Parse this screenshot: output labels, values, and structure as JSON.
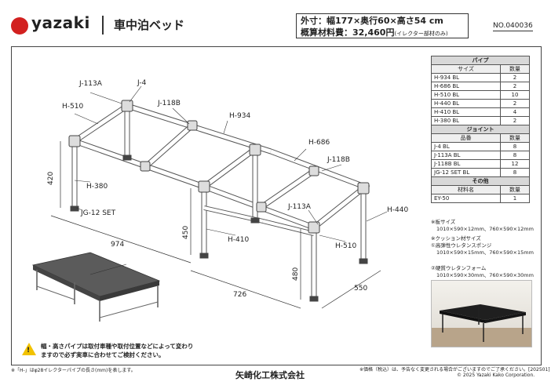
{
  "header": {
    "brand": "yazaki",
    "title": "車中泊ベッド",
    "dimensions": "外寸：幅177×奥行60×高さ54 cm",
    "cost_label": "概算材料費：32,460円",
    "cost_note": "(イレクター部材のみ)",
    "doc_no": "NO.040036"
  },
  "drawing": {
    "labels": {
      "j113a_top": "J-113A",
      "j4": "J-4",
      "h510_top": "H-510",
      "j118b_top": "J-118B",
      "h934": "H-934",
      "h686": "H-686",
      "j118b_mid": "J-118B",
      "h380": "H-380",
      "jg12": "JG-12 SET",
      "j113a_mid": "J-113A",
      "h440": "H-440",
      "h410": "H-410",
      "h510_bot": "H-510"
    },
    "dims": {
      "d420": "420",
      "d974": "974",
      "d450": "450",
      "d480": "480",
      "d726": "726",
      "d550": "550"
    }
  },
  "parts_table": {
    "pipe_section": "パイプ",
    "pipe_header": {
      "name": "サイズ",
      "qty": "数量"
    },
    "pipes": [
      {
        "name": "H-934 BL",
        "qty": "2"
      },
      {
        "name": "H-686 BL",
        "qty": "2"
      },
      {
        "name": "H-510 BL",
        "qty": "10"
      },
      {
        "name": "H-440 BL",
        "qty": "2"
      },
      {
        "name": "H-410 BL",
        "qty": "4"
      },
      {
        "name": "H-380 BL",
        "qty": "2"
      }
    ],
    "joint_section": "ジョイント",
    "joint_header": {
      "name": "品番",
      "qty": "数量"
    },
    "joints": [
      {
        "name": "J-4 BL",
        "qty": "8"
      },
      {
        "name": "J-113A BL",
        "qty": "8"
      },
      {
        "name": "J-118B BL",
        "qty": "12"
      },
      {
        "name": "JG-12 SET BL",
        "qty": "8"
      }
    ],
    "other_section": "その他",
    "other_header": {
      "name": "材料名",
      "qty": "数量"
    },
    "others": [
      {
        "name": "EY-50",
        "qty": "1"
      }
    ]
  },
  "notes": {
    "board_title": "※板サイズ",
    "board_sizes": "1010×590×12mm、760×590×12mm",
    "cushion_title": "※クッション材サイズ",
    "cushion1_title": "①高弾性ウレタンスポンジ",
    "cushion1_sizes": "1010×590×15mm、760×590×15mm",
    "cushion2_title": "②硬質ウレタンフォーム",
    "cushion2_sizes": "1010×590×30mm、760×590×30mm"
  },
  "warning": {
    "line1": "幅・高さパイプは取付車種や取付位置などによって変わり",
    "line2": "ますので必ず実車に合わせてご検討ください。"
  },
  "footer": {
    "pipe_note": "※「H-」はφ28イレクターパイプの長さ(mm)を表します。",
    "company": "矢崎化工株式会社",
    "price_note": "※価格（税込）は、予告なく変更される場合がございますのでご了承ください。[202501]",
    "copyright": "© 2025 Yazaki Kako Corporation."
  }
}
